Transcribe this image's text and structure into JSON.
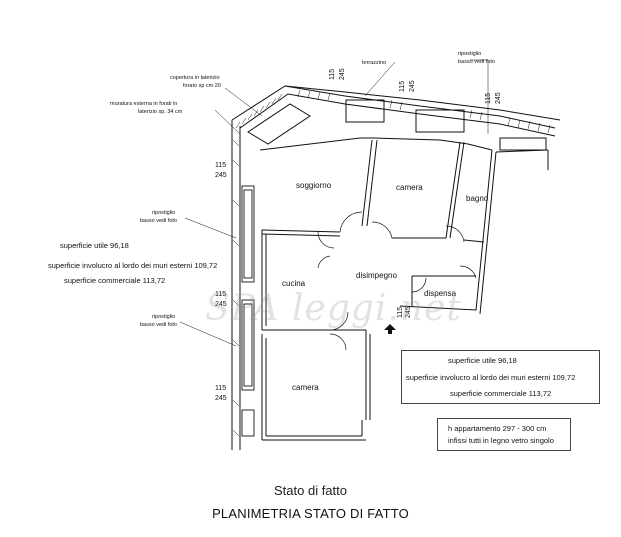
{
  "drawing": {
    "title": "Stato di fatto",
    "subtitle": "PLANIMETRIA STATO DI FATTO",
    "watermark": "SPA leggi.net"
  },
  "rooms": {
    "soggiorno": "soggiorno",
    "camera_top": "camera",
    "bagno": "bagno",
    "cucina": "cucina",
    "disimpegno": "disimpegno",
    "dispensa": "dispensa",
    "camera_bottom": "camera",
    "terrazzino": "terrazzino"
  },
  "notes": {
    "copertura_1": "copertura in laterizio",
    "copertura_2": "forato sp cm 20",
    "muratura_1": "muratura esterna in forati in",
    "muratura_2": "laterizio sp. 34 cm",
    "ripostiglio_top_1": "ripostiglio",
    "ripostiglio_top_2": "basso vedi foto",
    "ripostiglio_mid_1": "ripostiglio",
    "ripostiglio_mid_2": "basso vedi foto",
    "ripostiglio_low_1": "ripostiglio",
    "ripostiglio_low_2": "basso vedi foto"
  },
  "dimensions": {
    "d115": "115",
    "d245": "245"
  },
  "summary_left": {
    "utile": "superficie utile 96,18",
    "involucro": "superficie involucro al lordo dei muri esterni 109,72",
    "commerciale": "superficie commerciale 113,72"
  },
  "summary_box": {
    "utile": "superficie utile 96,18",
    "involucro": "superficie involucro al lordo dei muri esterni 109,72",
    "commerciale": "superficie commerciale 113,72"
  },
  "info_box": {
    "altezza": "h appartamento 297 -  300 cm",
    "infissi": "infissi tutti in legno  vetro singolo"
  }
}
